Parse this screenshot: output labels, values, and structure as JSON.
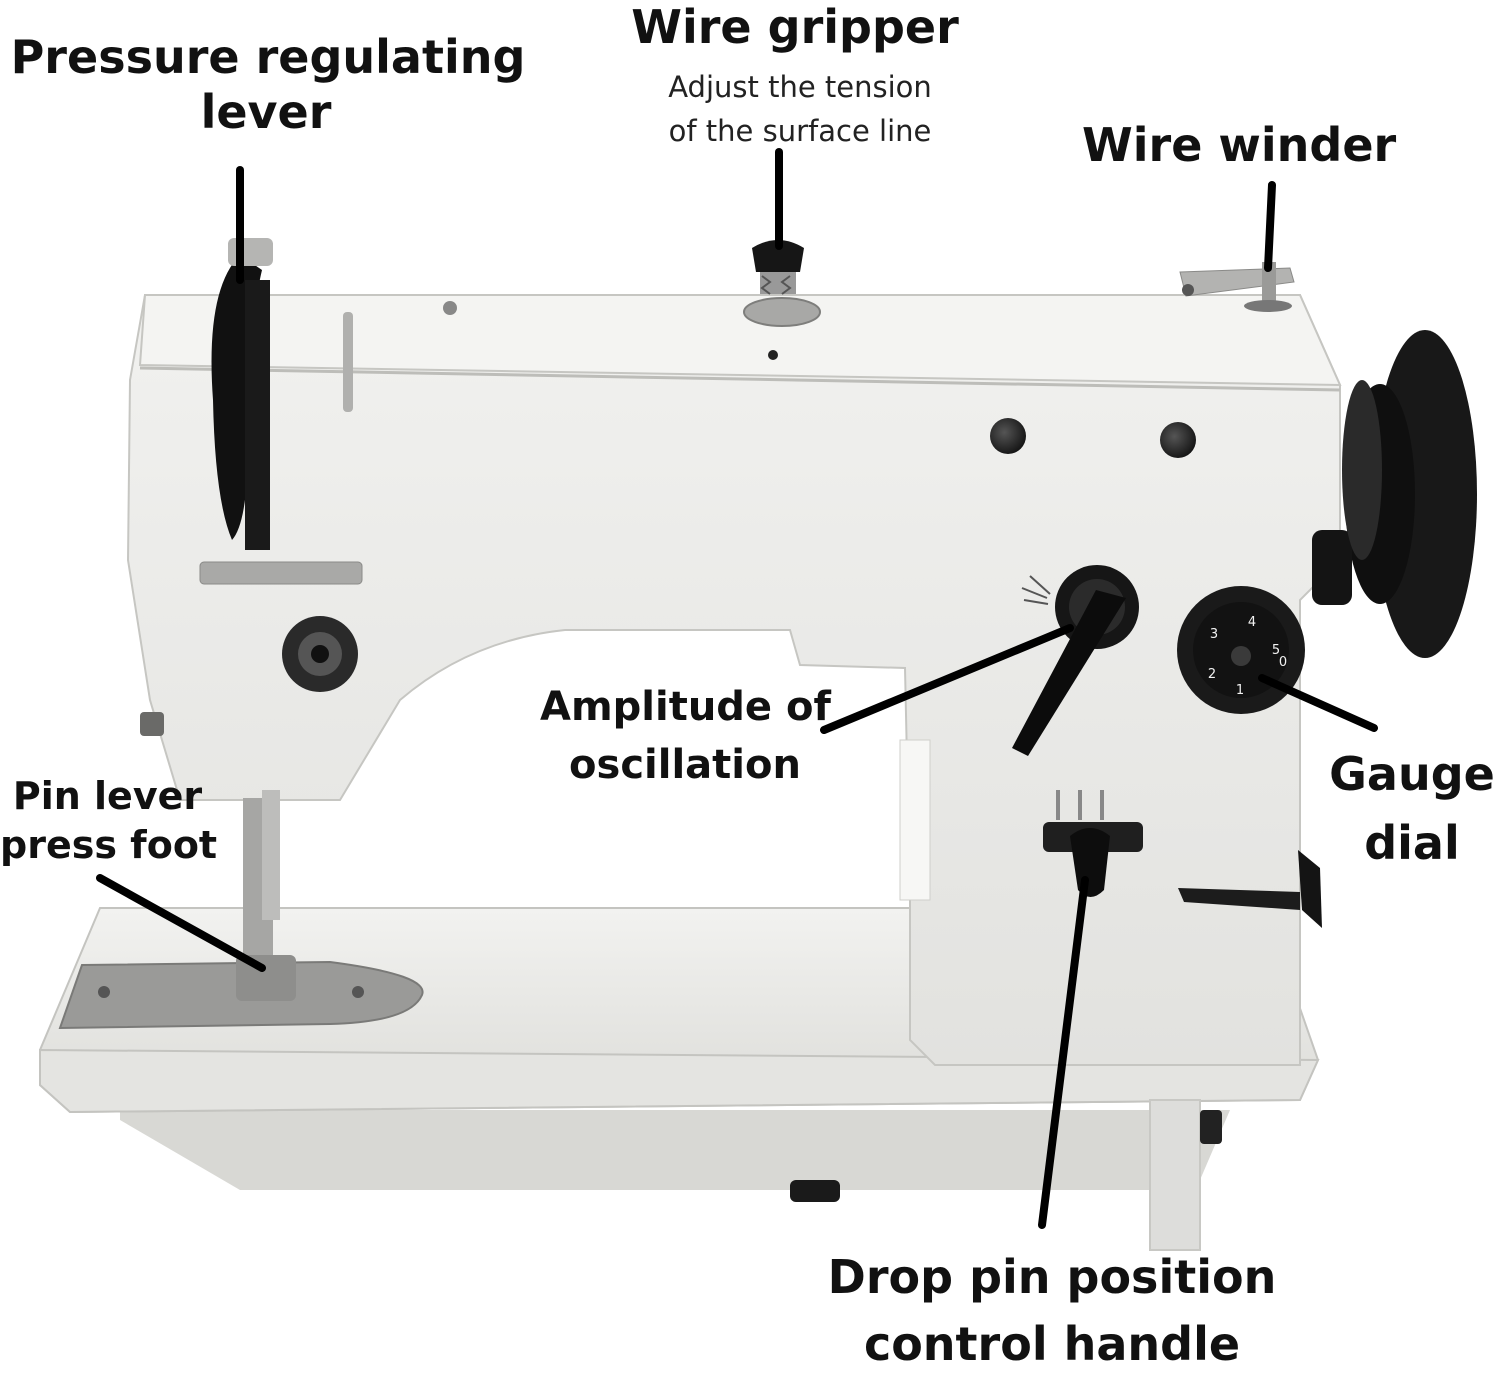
{
  "labels": {
    "wire_gripper": {
      "title": "Wire gripper",
      "subtitle": [
        "Adjust the tension",
        "of the surface line"
      ]
    },
    "pressure_regulating_lever": [
      "Pressure regulating",
      "lever"
    ],
    "wire_winder": "Wire winder",
    "amplitude_of_oscillation": [
      "Amplitude of",
      "oscillation"
    ],
    "gauge_dial": [
      "Gauge",
      "dial"
    ],
    "pin_lever_press_foot": [
      "Pin lever",
      "press foot"
    ],
    "drop_pin_position_control_handle": [
      "Drop pin position",
      "control handle"
    ]
  },
  "dial_numbers": [
    "1",
    "2",
    "3",
    "4",
    "5",
    "0"
  ],
  "colors": {
    "body": "#ececea",
    "body_shadow": "#d6d6d2",
    "black_part": "#151515",
    "metal": "#b8b8b8",
    "leader_line": "#000000",
    "text": "#111111"
  }
}
